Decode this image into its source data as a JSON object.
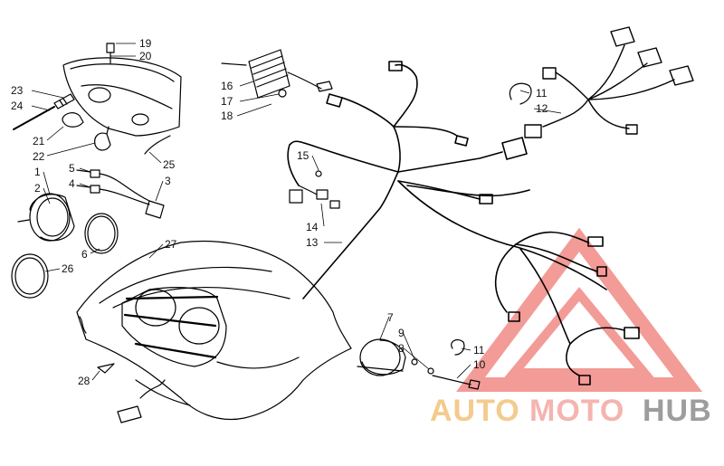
{
  "diagram": {
    "callouts": [
      {
        "id": "19",
        "text": "19"
      },
      {
        "id": "20",
        "text": "20"
      },
      {
        "id": "23",
        "text": "23"
      },
      {
        "id": "24",
        "text": "24"
      },
      {
        "id": "21",
        "text": "21"
      },
      {
        "id": "22",
        "text": "22"
      },
      {
        "id": "25",
        "text": "25"
      },
      {
        "id": "1",
        "text": "1"
      },
      {
        "id": "2",
        "text": "2"
      },
      {
        "id": "5",
        "text": "5"
      },
      {
        "id": "4",
        "text": "4"
      },
      {
        "id": "3",
        "text": "3"
      },
      {
        "id": "6",
        "text": "6"
      },
      {
        "id": "26",
        "text": "26"
      },
      {
        "id": "27",
        "text": "27"
      },
      {
        "id": "28",
        "text": "28"
      },
      {
        "id": "16",
        "text": "16"
      },
      {
        "id": "17",
        "text": "17"
      },
      {
        "id": "18",
        "text": "18"
      },
      {
        "id": "15",
        "text": "15"
      },
      {
        "id": "14",
        "text": "14"
      },
      {
        "id": "13",
        "text": "13"
      },
      {
        "id": "11a",
        "text": "11"
      },
      {
        "id": "12",
        "text": "12"
      },
      {
        "id": "7",
        "text": "7"
      },
      {
        "id": "9",
        "text": "9"
      },
      {
        "id": "8",
        "text": "8"
      },
      {
        "id": "11b",
        "text": "11"
      },
      {
        "id": "10",
        "text": "10"
      }
    ]
  },
  "watermark": {
    "part1": "AUTO",
    "part2": "MOTO",
    "part3": "HUB",
    "colors": {
      "auto": "#f2c27a",
      "moto": "#f3a8a2",
      "hub": "#8d8d8d",
      "triangle": "#f08a86"
    }
  }
}
